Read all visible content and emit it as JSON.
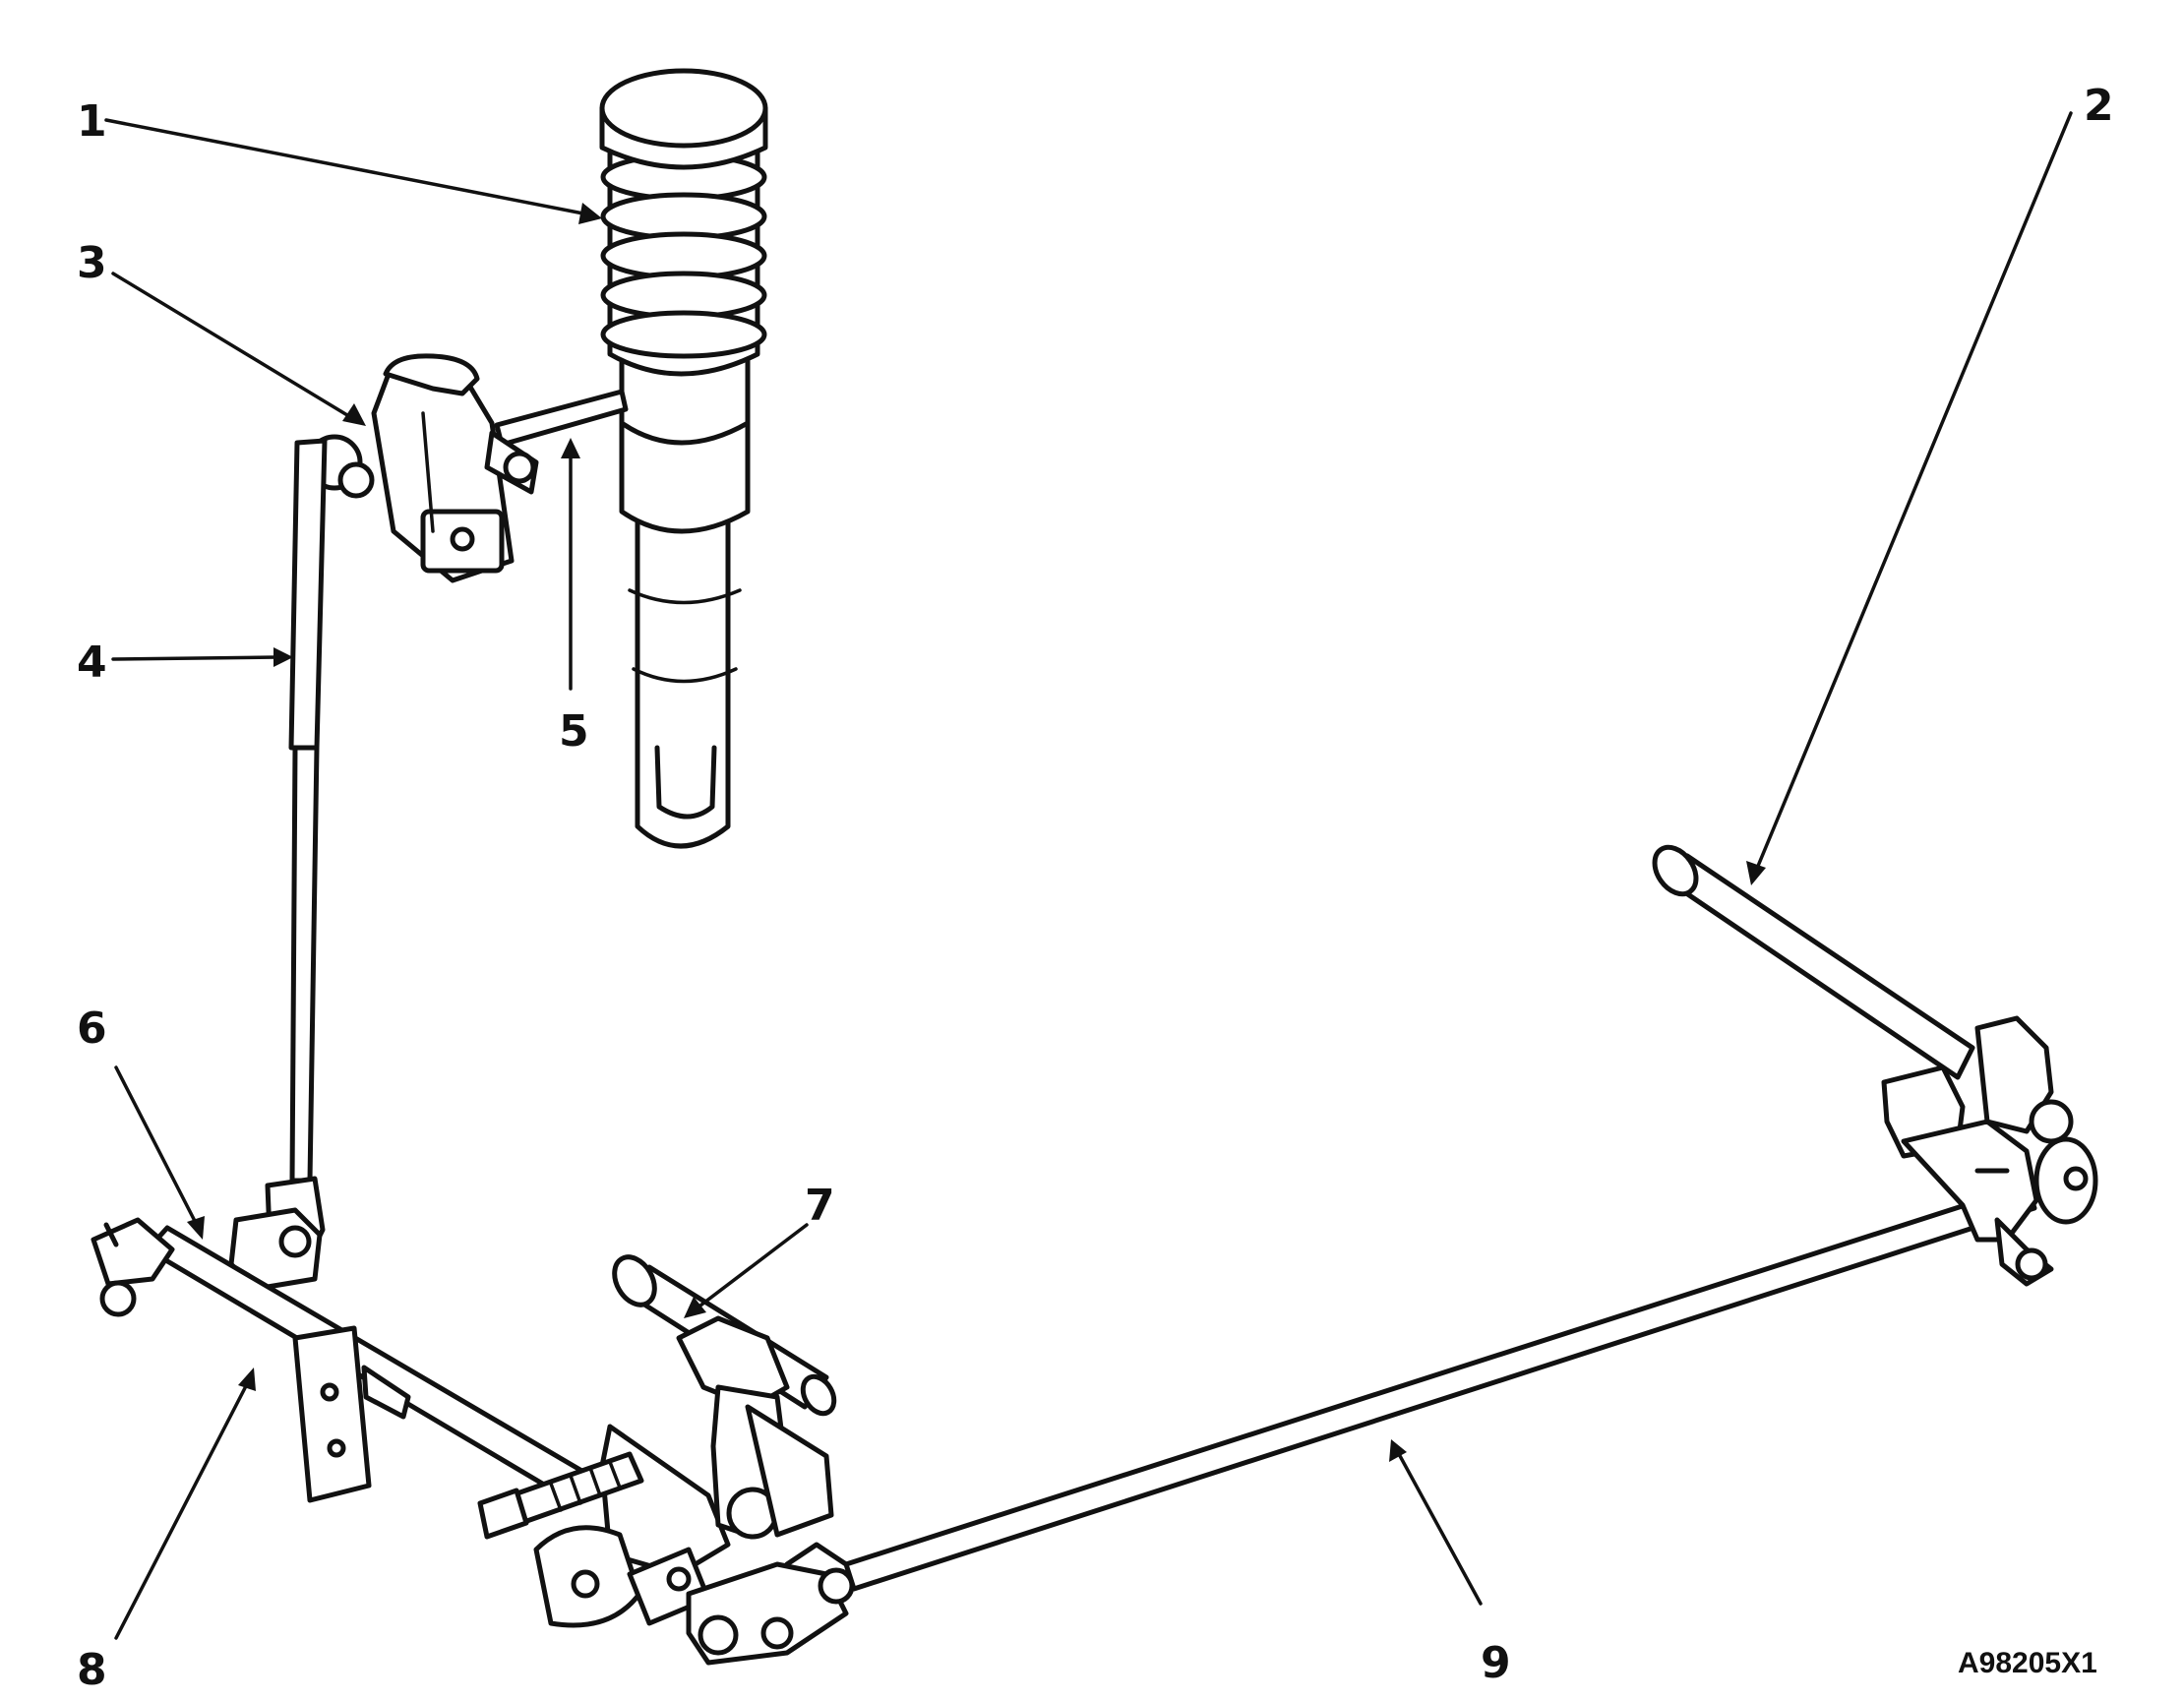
{
  "callouts": [
    {
      "id": "1",
      "label": "1"
    },
    {
      "id": "2",
      "label": "2"
    },
    {
      "id": "3",
      "label": "3"
    },
    {
      "id": "4",
      "label": "4"
    },
    {
      "id": "5",
      "label": "5"
    },
    {
      "id": "6",
      "label": "6"
    },
    {
      "id": "7",
      "label": "7"
    },
    {
      "id": "8",
      "label": "8"
    },
    {
      "id": "9",
      "label": "9"
    }
  ],
  "figure_id": "A98205X1"
}
